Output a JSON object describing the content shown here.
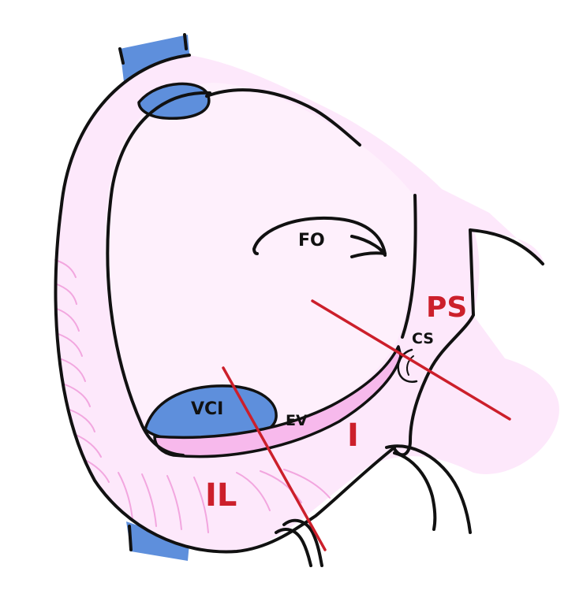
{
  "labels": {
    "fo": "FO",
    "cs": "CS",
    "vci": "VCI",
    "ev": "EV",
    "ps": "PS",
    "i": "I",
    "il": "IL"
  },
  "colors": {
    "tissue_fill": "#fde8fb",
    "ridge_fill": "#f7b9ec",
    "vessel_blue": "#5e8fdc",
    "outline": "#111111",
    "marker_red": "#cc1f2b",
    "hatch_pink": "#f2a6df"
  }
}
